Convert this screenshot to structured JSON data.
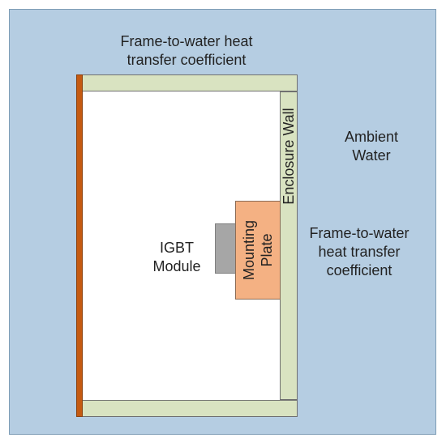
{
  "colors": {
    "water": "#b5cde2",
    "enclosure_wall": "#d9e3c1",
    "heater_strip": "#c55a11",
    "igbt_module": "#a6a6a6",
    "mounting_plate": "#f4b183",
    "interior": "#ffffff"
  },
  "labels": {
    "top_coefficient": [
      "Frame-to-water heat",
      "transfer coefficient"
    ],
    "ambient_water": [
      "Ambient",
      "Water"
    ],
    "right_coefficient": [
      "Frame-to-water",
      "heat transfer",
      "coefficient"
    ],
    "igbt_module": [
      "IGBT",
      "Module"
    ],
    "enclosure_wall": "Enclosure Wall",
    "mounting_plate": [
      "Mounting",
      "Plate"
    ]
  }
}
